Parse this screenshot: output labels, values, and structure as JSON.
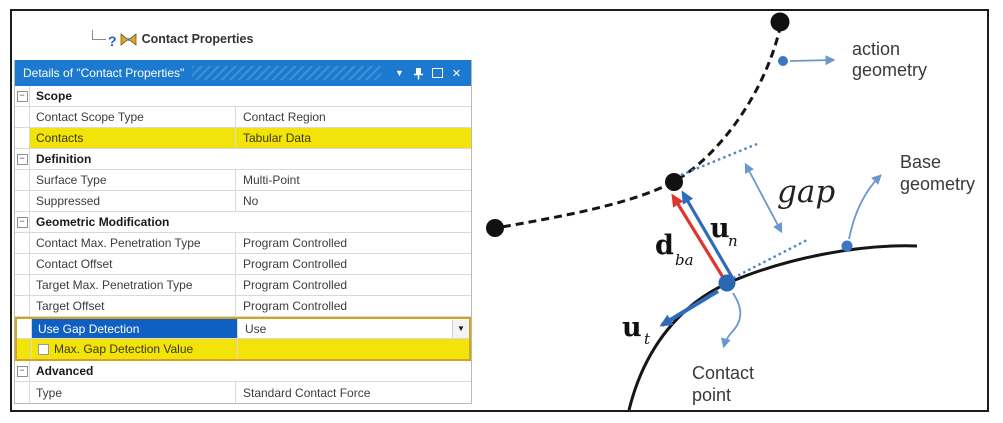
{
  "tree": {
    "label": "Contact Properties"
  },
  "icons": {
    "collapse": "−",
    "caret": "▼",
    "close": "✕",
    "question": "?"
  },
  "panel": {
    "title": "Details of \"Contact Properties\"",
    "sections": [
      {
        "name": "Scope",
        "rows": [
          {
            "label": "Contact Scope Type",
            "value": "Contact Region"
          },
          {
            "label": "Contacts",
            "value": "Tabular Data"
          }
        ]
      },
      {
        "name": "Definition",
        "rows": [
          {
            "label": "Surface Type",
            "value": "Multi-Point"
          },
          {
            "label": "Suppressed",
            "value": "No"
          }
        ]
      },
      {
        "name": "Geometric Modification",
        "rows": [
          {
            "label": "Contact Max. Penetration Type",
            "value": "Program Controlled"
          },
          {
            "label": "Contact Offset",
            "value": "Program Controlled"
          },
          {
            "label": "Target Max. Penetration Type",
            "value": "Program Controlled"
          },
          {
            "label": "Target Offset",
            "value": "Program Controlled"
          },
          {
            "label": "Use Gap Detection",
            "value": "Use"
          },
          {
            "label": "Max. Gap Detection Value",
            "value": ""
          }
        ]
      },
      {
        "name": "Advanced",
        "rows": [
          {
            "label": "Type",
            "value": "Standard Contact Force"
          }
        ]
      }
    ]
  },
  "diagram": {
    "action_geometry_line1": "action",
    "action_geometry_line2": "geometry",
    "base_geometry_line1": "Base",
    "base_geometry_line2": "geometry",
    "contact_point_line1": "Contact",
    "contact_point_line2": "point",
    "gap_label": "gap",
    "d_vector": "d",
    "d_vector_sub": "ba",
    "un_vector": "u",
    "un_vector_sub": "n",
    "ut_vector": "u",
    "ut_vector_sub": "t"
  },
  "colors": {
    "title_bar_blue": "#1b7acf",
    "selected_row_blue": "#1060c4",
    "highlight_yellow": "#f2e30b",
    "gold_border": "#d2a321",
    "arrow_red": "#e0352b",
    "arrow_blue": "#2e6cba",
    "thin_blue": "#6b97cf"
  }
}
